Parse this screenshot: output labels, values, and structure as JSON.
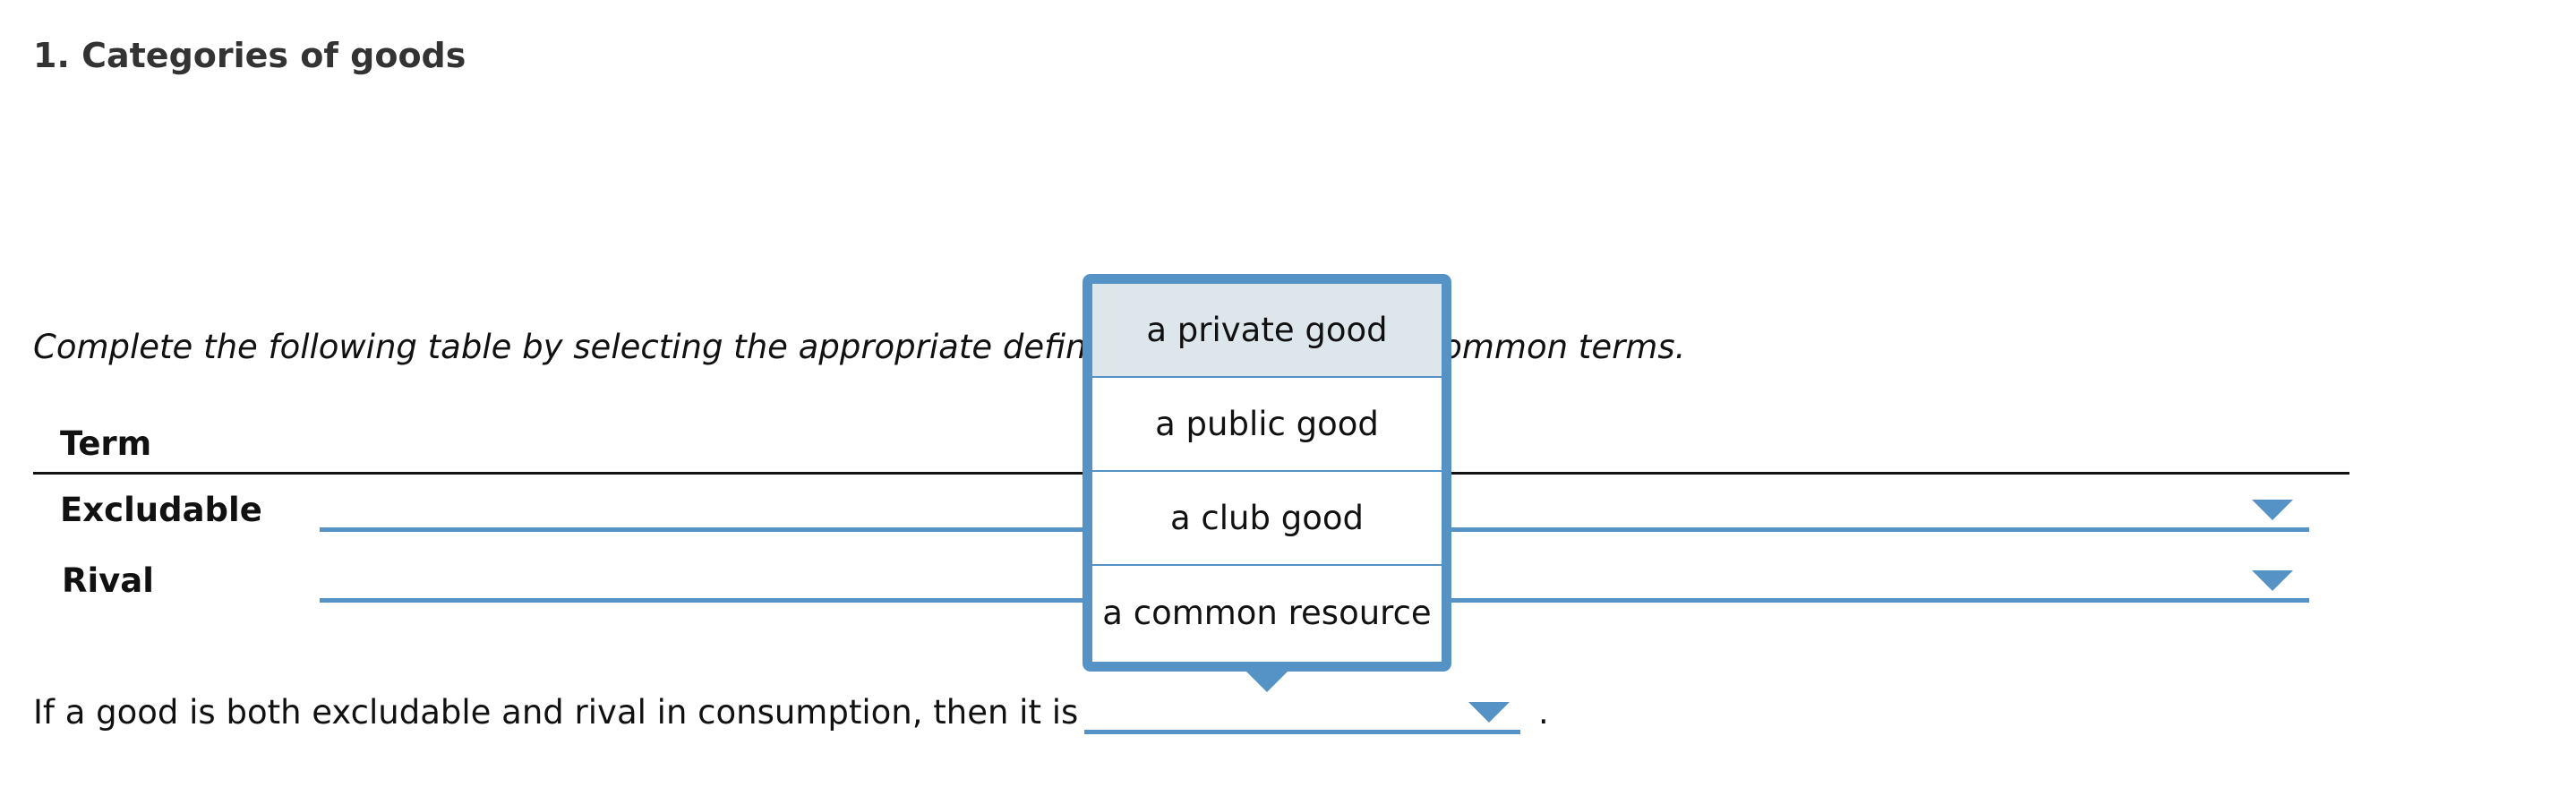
{
  "question": {
    "title": "1. Categories of goods",
    "instructions": "Complete the following table by selecting the appropriate definition for each of the common terms."
  },
  "table": {
    "header": "Term",
    "rows": [
      {
        "label": "Excludable",
        "selected": ""
      },
      {
        "label": "Rival",
        "selected": ""
      }
    ]
  },
  "sentence": {
    "text": "If a good is both excludable and rival in consumption, then it is",
    "selected": "",
    "end": "."
  },
  "dropdown": {
    "options": [
      "a private good",
      "a public good",
      "a club good",
      "a common resource"
    ],
    "highlighted_index": 0
  },
  "colors": {
    "accent": "#5592c6",
    "highlight": "#dde6ea",
    "title_text": "#333333"
  },
  "icons": {
    "select_caret": "chevron-down-icon"
  }
}
